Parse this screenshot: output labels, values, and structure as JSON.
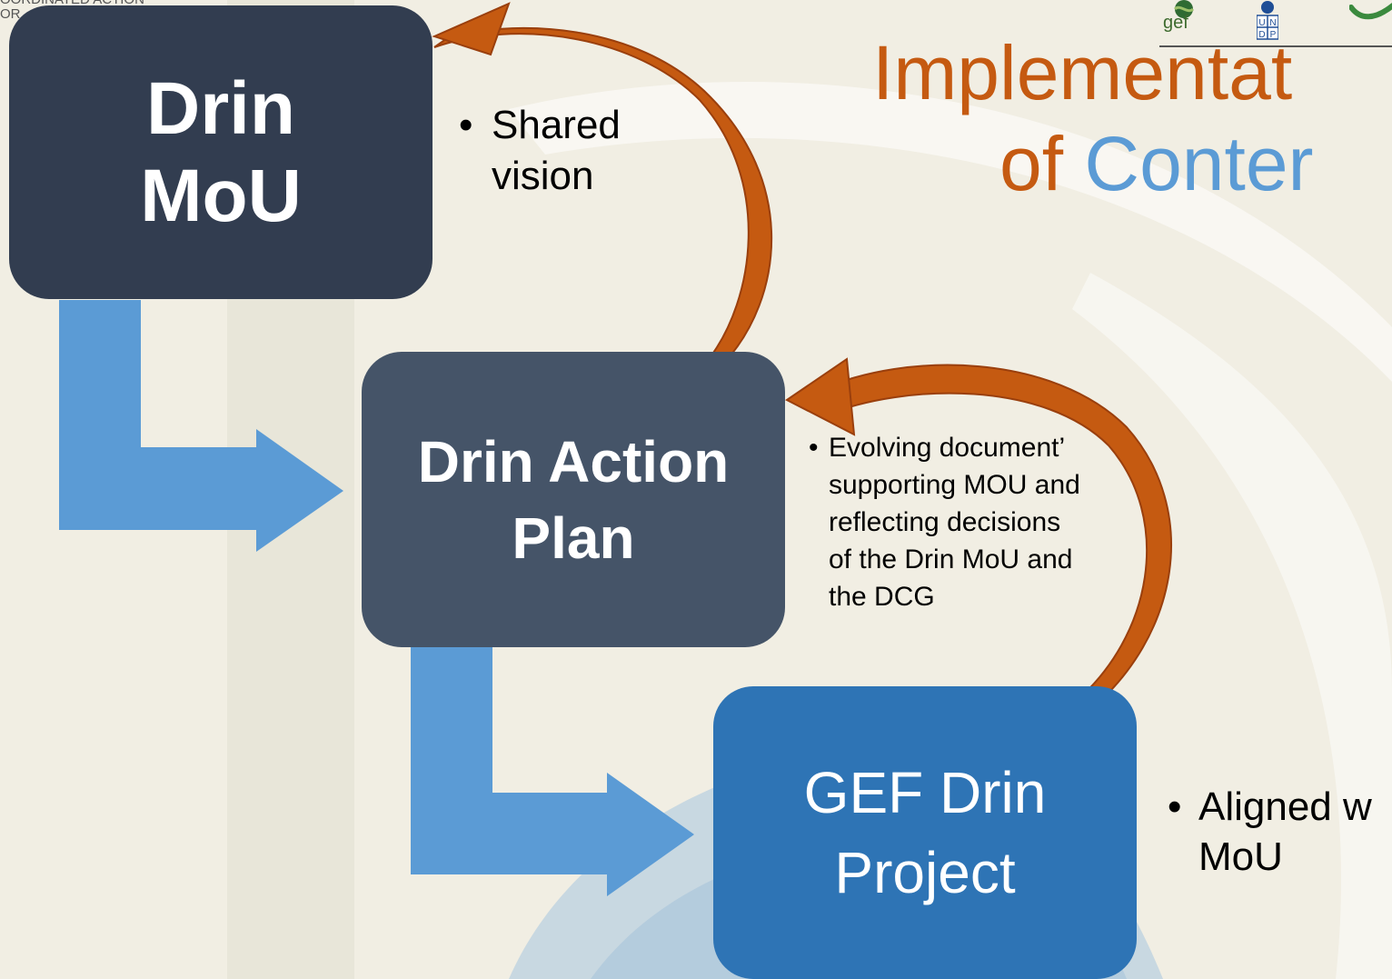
{
  "header": {
    "org_fragment": "OORDINATED ACTION\nOR"
  },
  "title": {
    "line1": "Implementat",
    "line2_prefix": "of ",
    "line2_blue": "Conter"
  },
  "logos": {
    "gef": "gef",
    "undp": "U N\nD P"
  },
  "boxes": {
    "mou": {
      "line1": "Drin",
      "line2": "MoU"
    },
    "action_plan": {
      "line1": "Drin Action",
      "line2": "Plan"
    },
    "gef_project": {
      "line1": "GEF Drin",
      "line2": "Project"
    }
  },
  "bullets": {
    "mou": {
      "marker": "•",
      "text": "Shared vision"
    },
    "action_plan": {
      "marker": "•",
      "text": "Evolving document’ supporting MOU and reflecting decisions of the Drin MoU and the DCG"
    },
    "gef_project": {
      "marker": "•",
      "text": "Aligned w MoU"
    }
  },
  "colors": {
    "background": "#f1eee3",
    "box_mou": "#323d50",
    "box_action_plan": "#455468",
    "box_gef": "#2e74b5",
    "flow_arrow": "#5b9bd5",
    "feedback_arrow": "#c55a11",
    "title_orange": "#c55a11",
    "title_blue": "#5b9bd5"
  }
}
